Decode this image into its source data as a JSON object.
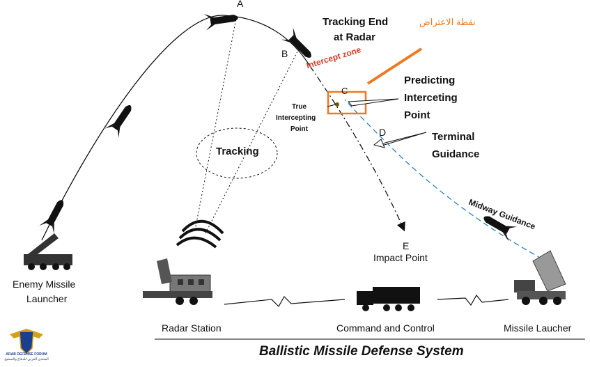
{
  "diagram": {
    "title": "Ballistic Missile Defense System",
    "points": {
      "a": "A",
      "b": "B",
      "c": "C",
      "d": "D",
      "e": "E"
    },
    "labels": {
      "tracking_end_line1": "Tracking End",
      "tracking_end_line2": "at Radar",
      "arabic_interception": "نقطة الاعتراض",
      "intercept_zone": "Intercept zone",
      "predicting_line1": "Predicting",
      "predicting_line2": "Interceting",
      "predicting_line3": "Point",
      "true_line1": "True",
      "true_line2": "Intercepting",
      "true_line3": "Point",
      "tracking": "Tracking",
      "terminal_line1": "Terminal",
      "terminal_line2": "Guidance",
      "midway": "Midway Guidance",
      "impact_point": "Impact Point",
      "enemy_line1": "Enemy Missile",
      "enemy_line2": "Launcher",
      "radar_station": "Radar Station",
      "command_control": "Command and Control",
      "missile_launcher": "Missile Laucher"
    },
    "logo": {
      "line1": "ARAB DEFENSE FORUM",
      "line2": "المنتدى العربي للدفاع والتسليح"
    },
    "colors": {
      "orange": "#f07820",
      "zone_red": "#d43f2a",
      "guidance_blue": "#2a7fc4",
      "ink": "#111111"
    }
  }
}
